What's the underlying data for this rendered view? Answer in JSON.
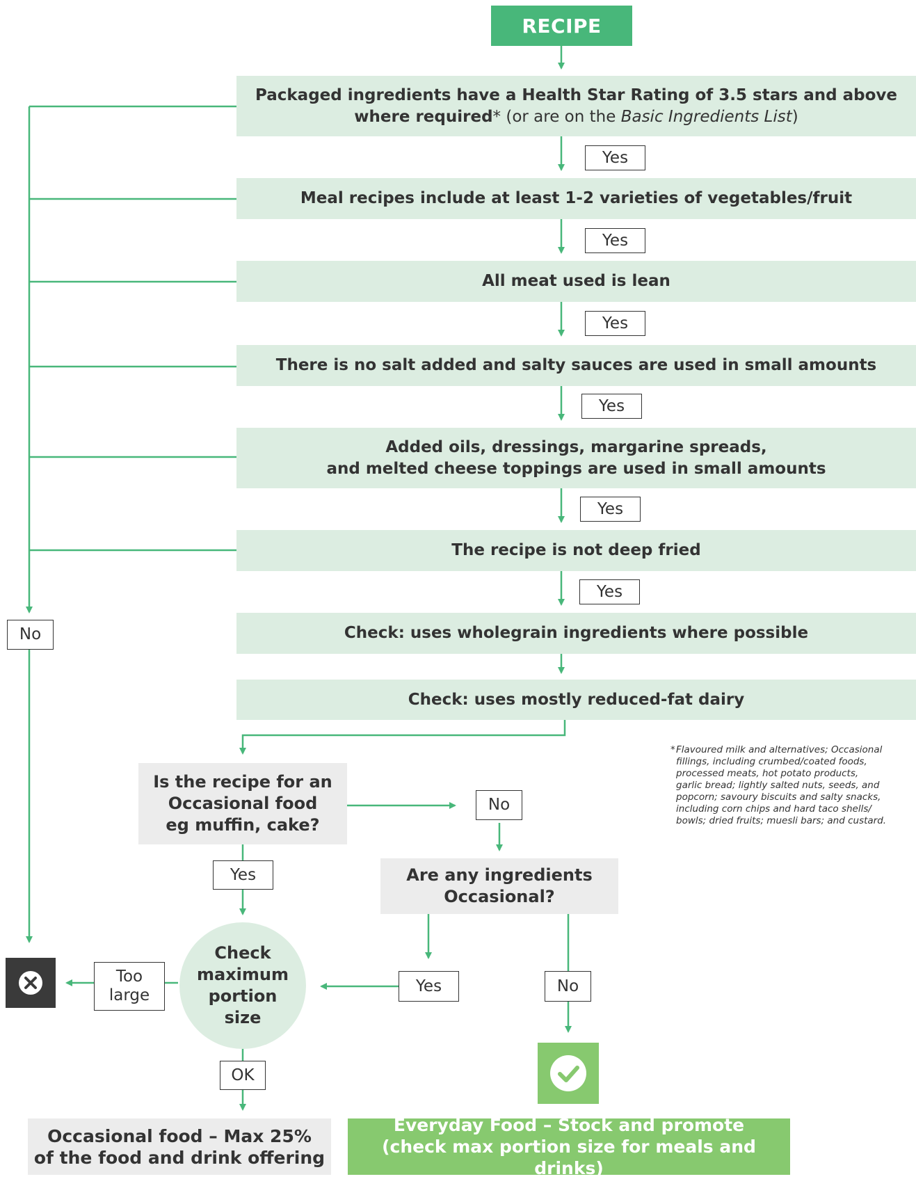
{
  "start": "RECIPE",
  "steps": {
    "s1": {
      "line1": "Packaged ingredients have a Health Star Rating of 3.5 stars and above",
      "line2_bold": "where required",
      "line2_star": "*",
      "line2_normal": " (or are on the ",
      "line2_italic": "Basic Ingredients List",
      "line2_end": ")"
    },
    "s2": "Meal recipes include at least 1-2 varieties of vegetables/fruit",
    "s3": "All meat used is lean",
    "s4": "There is no salt added and salty sauces are used in small amounts",
    "s5": {
      "line1": "Added oils, dressings, margarine spreads,",
      "line2": "and melted cheese toppings are used in small amounts"
    },
    "s6": "The recipe is not deep fried",
    "s7": "Check: uses wholegrain ingredients where possible",
    "s8": "Check: uses mostly reduced-fat dairy"
  },
  "labels": {
    "yes": "Yes",
    "no": "No",
    "ok": "OK",
    "too_large_1": "Too",
    "too_large_2": "large"
  },
  "occasional_question": {
    "line1": "Is the recipe for an",
    "line2": "Occasional food",
    "line3": "eg muffin, cake?"
  },
  "ingredients_question": {
    "line1": "Are any ingredients",
    "line2": "Occasional?"
  },
  "portion_check": {
    "line1": "Check",
    "line2": "maximum",
    "line3": "portion",
    "line4": "size"
  },
  "result_occasional": {
    "line1": "Occasional food – Max 25%",
    "line2": "of the food and drink offering"
  },
  "result_everyday": {
    "line1": "Everyday Food – Stock and promote",
    "line2": "(check max portion size for meals and drinks)"
  },
  "footnote": {
    "star": "*",
    "lines": [
      "Flavoured milk and alternatives; Occasional",
      "fillings, including crumbed/coated foods,",
      "processed meats, hot potato products,",
      "garlic bread; lightly salted nuts, seeds, and",
      "popcorn; savoury biscuits and salty snacks,",
      "including corn chips and hard taco shells/",
      "bowls; dried fruits; muesli bars; and custard."
    ]
  },
  "icons": {
    "reject": "close-circle-icon",
    "accept": "check-circle-icon"
  },
  "colors": {
    "green": "#48b77a",
    "light_green": "#dcede1",
    "result_green": "#87c96f",
    "grey": "#ececec",
    "dark": "#333333"
  }
}
